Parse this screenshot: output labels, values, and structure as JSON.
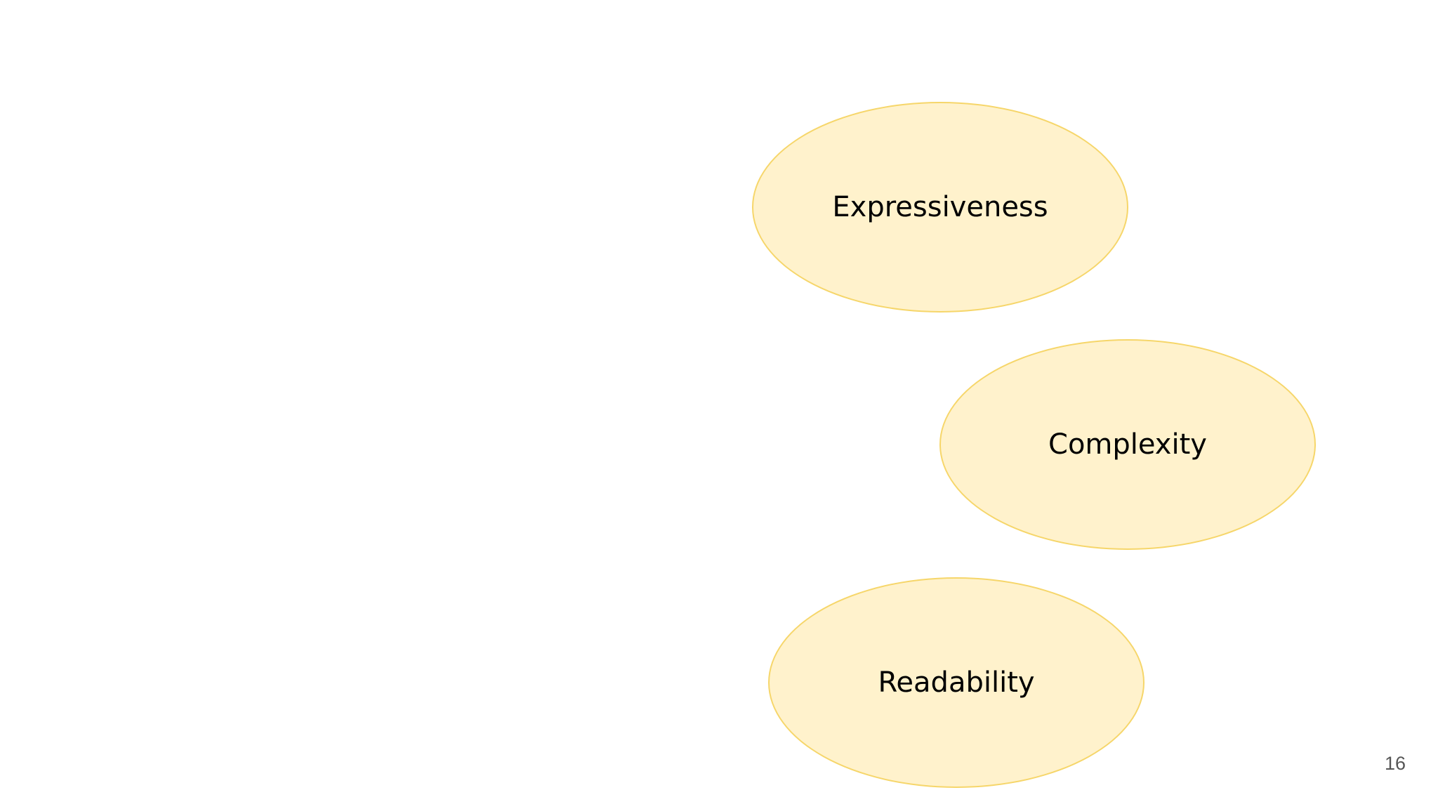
{
  "slide": {
    "bubbles": [
      {
        "label": "Expressiveness"
      },
      {
        "label": "Complexity"
      },
      {
        "label": "Readability"
      }
    ],
    "page_number": "16"
  },
  "colors": {
    "bubble_fill": "#fff2cc",
    "bubble_border": "#f6d66a",
    "text": "#000000",
    "page_number": "#555555"
  }
}
